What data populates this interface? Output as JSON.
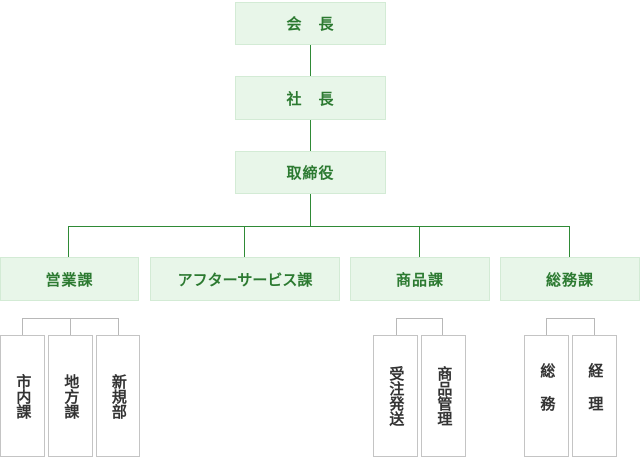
{
  "top": {
    "chairman": "会　長",
    "president": "社　長",
    "directors": "取締役"
  },
  "departments": [
    {
      "label": "営業課",
      "subs": [
        "市内課",
        "地方課",
        "新規部"
      ]
    },
    {
      "label": "アフターサービス課",
      "subs": []
    },
    {
      "label": "商品課",
      "subs": [
        "受注発送",
        "商品管理"
      ]
    },
    {
      "label": "総務課",
      "subs": [
        "総務",
        "経理"
      ]
    }
  ],
  "colors": {
    "box_fill": "#e8f6e9",
    "box_text": "#2c7a31",
    "main_line": "#2f8a36",
    "sub_line": "#b8b8b8"
  }
}
